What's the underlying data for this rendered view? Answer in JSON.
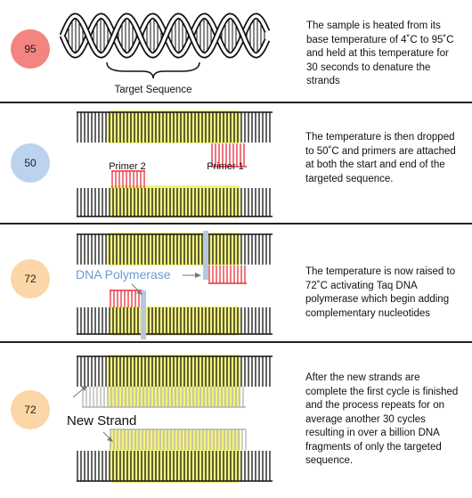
{
  "steps": [
    {
      "temperature": "95",
      "color": "#f4847f",
      "description": "The sample is heated from its base temperature of 4˚C to 95˚C and held at this temperature for 30 seconds to denature the strands",
      "label": "Target Sequence"
    },
    {
      "temperature": "50",
      "color": "#bcd3ee",
      "description": "The temperature is then dropped to 50˚C and primers are attached at both the start and end of the targeted sequence.",
      "primer2_label": "Primer 2",
      "primer1_label": "Primer 1"
    },
    {
      "temperature": "72",
      "color": "#fbd6a6",
      "description": "The temperature is now raised to 72˚C activating Taq DNA polymerase which begin adding complementary nucleotides",
      "label": "DNA Polymerase"
    },
    {
      "temperature": "72",
      "color": "#fbd6a6",
      "description": "After the new strands are complete the first cycle is finished and the process repeats for on average another 30 cycles resulting in over a billion DNA fragments of only the targeted sequence.",
      "label": "New Strand"
    }
  ],
  "colors": {
    "highlight": "#f4f27c",
    "primer": "#e8303a",
    "polymerase": "#b7c7e0",
    "polymerase_text": "#6c9ad0",
    "new_strand": "#b3b3b3"
  }
}
